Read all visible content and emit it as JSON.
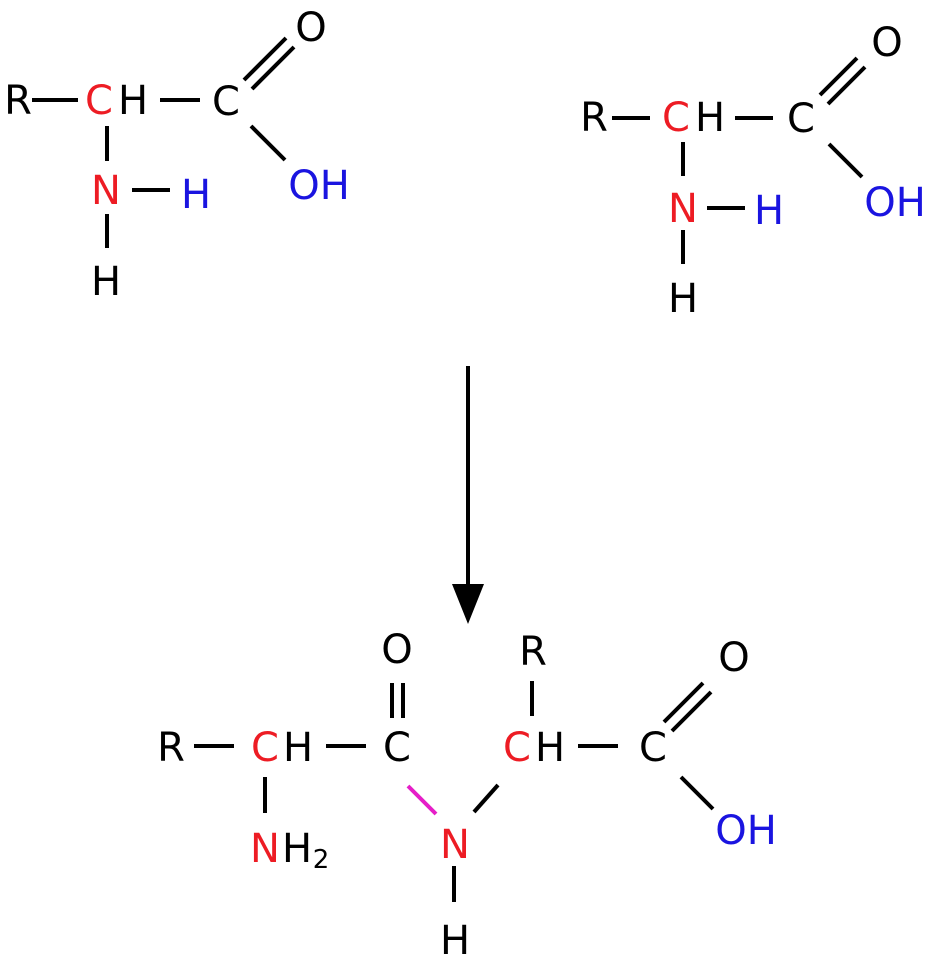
{
  "colors": {
    "black": "#000000",
    "red": "#ed1c24",
    "blue": "#1a14e0",
    "magenta": "#e61ec8"
  },
  "reactant_1": {
    "r": "R",
    "alpha_c": "C",
    "alpha_h": "H",
    "carbonyl_c": "C",
    "carbonyl_o": "O",
    "hydroxyl": "OH",
    "amine_n": "N",
    "amine_h_reactive": "H",
    "amine_h": "H"
  },
  "reactant_2": {
    "r": "R",
    "alpha_c": "C",
    "alpha_h": "H",
    "carbonyl_c": "C",
    "carbonyl_o": "O",
    "hydroxyl": "OH",
    "amine_n": "N",
    "amine_h_reactive": "H",
    "amine_h": "H"
  },
  "product": {
    "r_left": "R",
    "alpha_c_left": "C",
    "alpha_h_left": "H",
    "amino_n": "N",
    "amino_h": "H",
    "amino_sub": "2",
    "carbonyl_c_left": "C",
    "carbonyl_o_left": "O",
    "peptide_n": "N",
    "peptide_h": "H",
    "r_right": "R",
    "alpha_c_right": "C",
    "alpha_h_right": "H",
    "carbonyl_c_right": "C",
    "carbonyl_o_right": "O",
    "hydroxyl": "OH"
  }
}
